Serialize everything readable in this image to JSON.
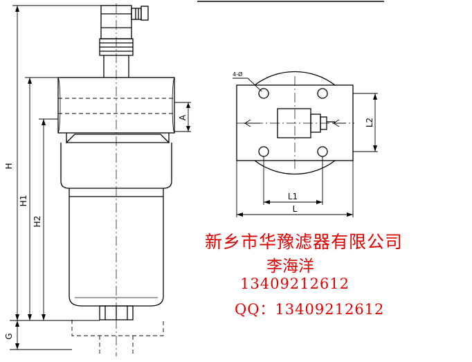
{
  "labels": {
    "H": "H",
    "H1": "H1",
    "H2": "H2",
    "G": "G",
    "A": "A",
    "L": "L",
    "L1": "L1",
    "L2": "L2",
    "holes": "4-Ø"
  },
  "contact": {
    "company": "新乡市华豫滤器有限公司",
    "person": "李海洋",
    "phone": "13409212612",
    "qq": "QQ：13409212612"
  },
  "colors": {
    "line": "#000000",
    "text_red": "#e00000"
  }
}
